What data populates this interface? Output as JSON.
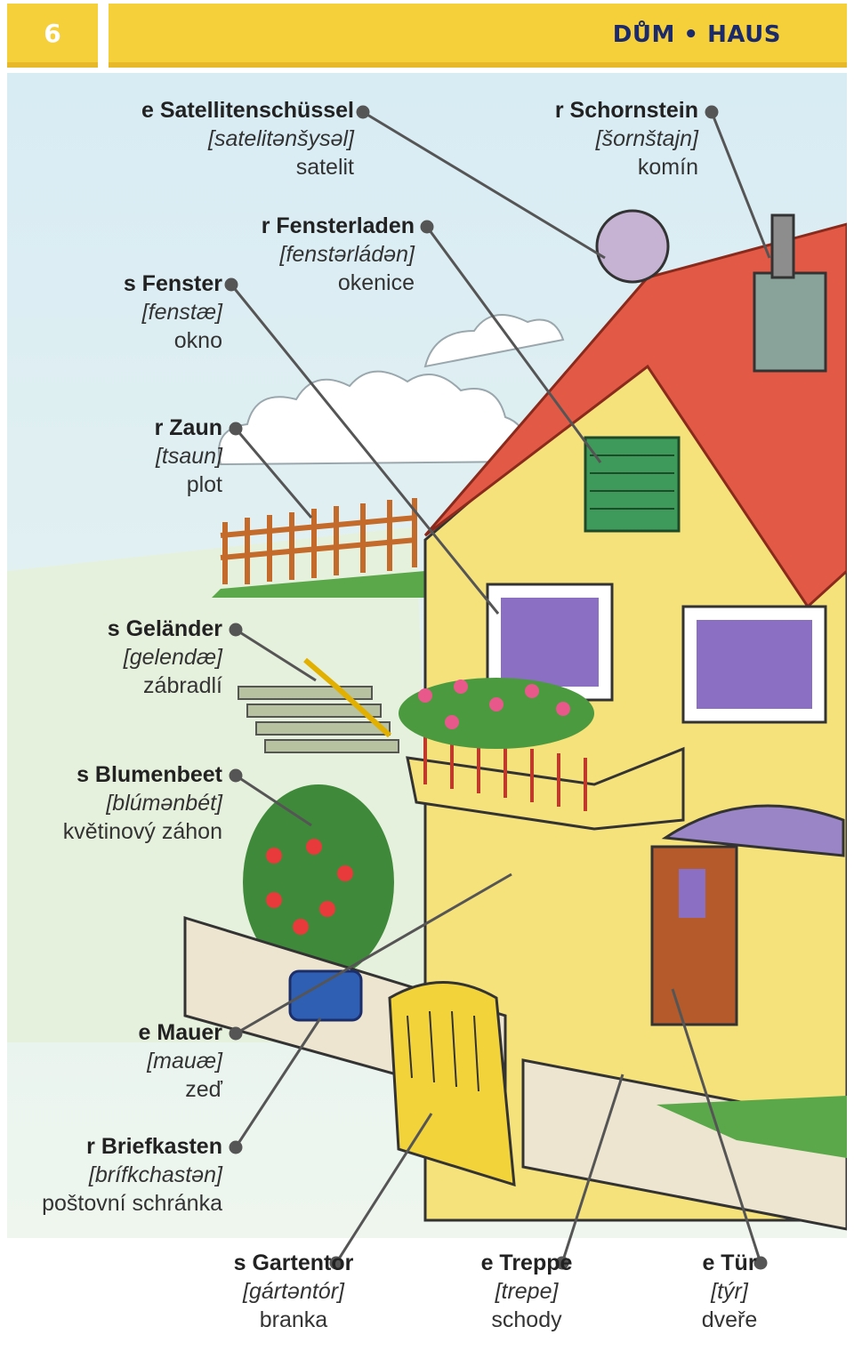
{
  "header": {
    "page_number": "6",
    "title": "DŮM • HAUS"
  },
  "labels": {
    "satellite": {
      "de": "e Satellitenschüssel",
      "ipa": "[satelitənšysəl]",
      "cz": "satelit"
    },
    "chimney": {
      "de": "r Schornstein",
      "ipa": "[šornštajn]",
      "cz": "komín"
    },
    "shutter": {
      "de": "r Fensterladen",
      "ipa": "[fenstərládən]",
      "cz": "okenice"
    },
    "window": {
      "de": "s Fenster",
      "ipa": "[fenstæ]",
      "cz": "okno"
    },
    "fence": {
      "de": "r Zaun",
      "ipa": "[tsaun]",
      "cz": "plot"
    },
    "railing": {
      "de": "s Geländer",
      "ipa": "[gelendæ]",
      "cz": "zábradlí"
    },
    "flowerbed": {
      "de": "s Blumenbeet",
      "ipa": "[blúmənbét]",
      "cz": "květinový záhon"
    },
    "wall": {
      "de": "e Mauer",
      "ipa": "[mauæ]",
      "cz": "zeď"
    },
    "mailbox": {
      "de": "r Briefkasten",
      "ipa": "[brífkchastən]",
      "cz": "poštovní schránka"
    },
    "gate": {
      "de": "s Gartentor",
      "ipa": "[gártəntór]",
      "cz": "branka"
    },
    "stairs": {
      "de": "e Treppe",
      "ipa": "[trepe]",
      "cz": "schody"
    },
    "door": {
      "de": "e Tür",
      "ipa": "[týr]",
      "cz": "dveře"
    }
  },
  "colors": {
    "header_yellow": "#f6d03a",
    "title_blue": "#1b2a6b",
    "sky": "#dfeef4",
    "roof": "#e25a46",
    "house_wall": "#f6e27a",
    "leader_line": "#555555"
  }
}
